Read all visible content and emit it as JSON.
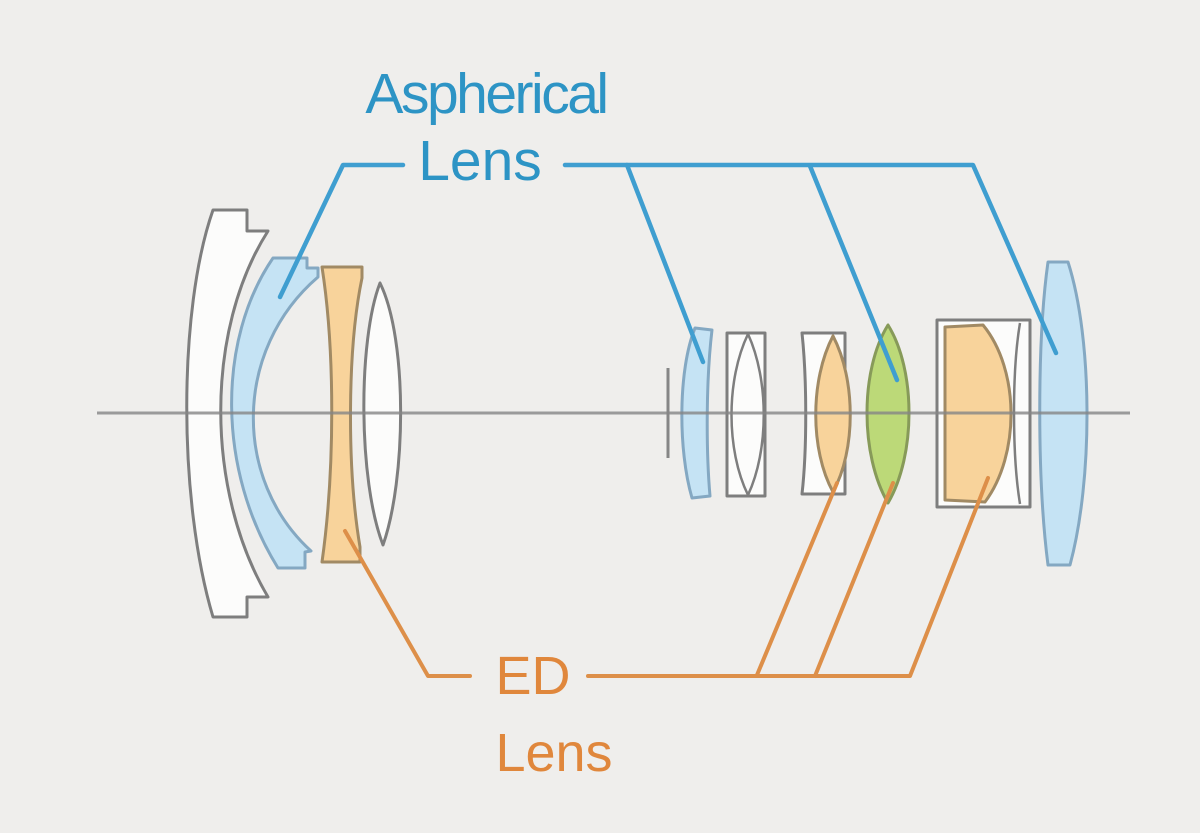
{
  "labels": {
    "aspherical": {
      "line1": "Aspherical",
      "line2": "Lens"
    },
    "ed": {
      "line1": "ED",
      "line2": "Lens"
    }
  },
  "colors": {
    "background": "#efeeec",
    "axis": "#868686",
    "outline": "#7e7e7e",
    "white_fill": "#fcfcfb",
    "aspherical_fill": "#c5e3f4",
    "aspherical_stroke": "#84a8c2",
    "ed_fill": "#f8d39b",
    "ed_stroke": "#a1archived",
    "label_blue": "#2d94c5",
    "leader_blue": "#3f9ed0",
    "label_orange": "#e0873c",
    "leader_orange": "#dd8f49",
    "aspherical_ed_fill": "#bcd978",
    "aspherical_ed_stroke": "#879a59",
    "ed_stroke_fix": "#a18a64"
  },
  "diagram": {
    "type": "lens-construction-cross-section",
    "optical_axis": "horizontal center line",
    "legend": {
      "blue": "Aspherical Lens",
      "orange": "ED Lens",
      "green": "Aspherical + ED Lens"
    },
    "elements": [
      {
        "id": 1,
        "group": "front",
        "kind": "large meniscus",
        "material": "standard"
      },
      {
        "id": 2,
        "group": "front",
        "kind": "meniscus",
        "material": "aspherical"
      },
      {
        "id": 3,
        "group": "front",
        "kind": "biconcave",
        "material": "ed"
      },
      {
        "id": 4,
        "group": "front",
        "kind": "thin biconvex",
        "material": "standard"
      },
      {
        "id": 5,
        "group": "middle",
        "kind": "aperture-stop",
        "material": "none"
      },
      {
        "id": 6,
        "group": "middle",
        "kind": "plano-convex",
        "material": "aspherical"
      },
      {
        "id": 7,
        "group": "middle",
        "kind": "cemented doublet",
        "material": "standard"
      },
      {
        "id": 8,
        "group": "middle",
        "kind": "doublet with biconvex",
        "material": "ed"
      },
      {
        "id": 9,
        "group": "middle",
        "kind": "biconvex",
        "material": "aspherical_ed"
      },
      {
        "id": 10,
        "group": "rear",
        "kind": "doublet plano-convex",
        "material": "ed"
      },
      {
        "id": 11,
        "group": "rear",
        "kind": "tall thin element",
        "material": "aspherical"
      }
    ]
  }
}
